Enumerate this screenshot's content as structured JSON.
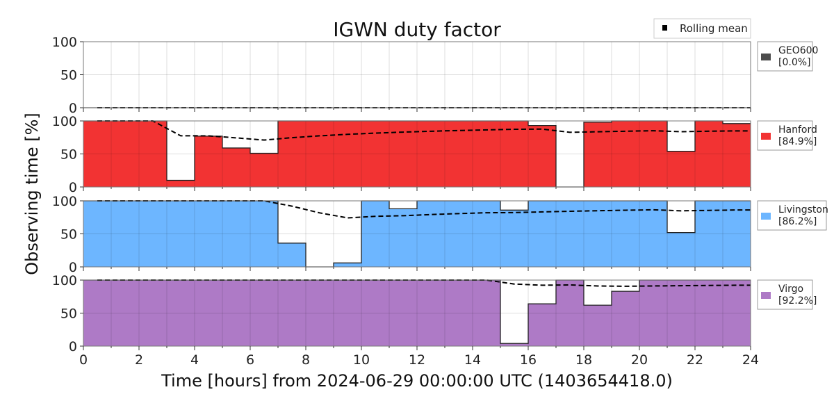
{
  "chart_data": {
    "type": "bar",
    "title": "IGWN duty factor",
    "xlabel": "Time [hours] from 2024-06-29 00:00:00 UTC (1403654418.0)",
    "ylabel": "Observing time [%]",
    "xlim": [
      0,
      24
    ],
    "ylim": [
      0,
      100
    ],
    "xticks": [
      0,
      2,
      4,
      6,
      8,
      10,
      12,
      14,
      16,
      18,
      20,
      22,
      24
    ],
    "yticks": [
      0,
      50,
      100
    ],
    "grid": true,
    "bin_width_hours": 1,
    "rolling_mean_label": "Rolling mean",
    "rolling_mean_legend_placement": "top-right",
    "series": [
      {
        "name": "GEO600",
        "summary": "[0.0%]",
        "color": "#4d4d4d",
        "values": [
          0,
          0,
          0,
          0,
          0,
          0,
          0,
          0,
          0,
          0,
          0,
          0,
          0,
          0,
          0,
          0,
          0,
          0,
          0,
          0,
          0,
          0,
          0,
          0
        ]
      },
      {
        "name": "Hanford",
        "summary": "[84.9%]",
        "color": "#f23333",
        "values": [
          100,
          100,
          100,
          10,
          77,
          59,
          51,
          100,
          100,
          100,
          100,
          100,
          100,
          100,
          100,
          100,
          93,
          0,
          98,
          100,
          100,
          54,
          100,
          96
        ]
      },
      {
        "name": "Livingston",
        "summary": "[86.2%]",
        "color": "#6db6ff",
        "values": [
          100,
          100,
          100,
          100,
          100,
          100,
          100,
          36,
          0,
          6,
          100,
          88,
          100,
          100,
          100,
          86,
          100,
          100,
          100,
          100,
          100,
          52,
          100,
          100
        ]
      },
      {
        "name": "Virgo",
        "summary": "[92.2%]",
        "color": "#ae7ac6",
        "values": [
          100,
          100,
          100,
          100,
          100,
          100,
          100,
          100,
          100,
          100,
          100,
          100,
          100,
          100,
          100,
          4,
          64,
          100,
          62,
          83,
          100,
          100,
          100,
          100
        ]
      }
    ]
  }
}
